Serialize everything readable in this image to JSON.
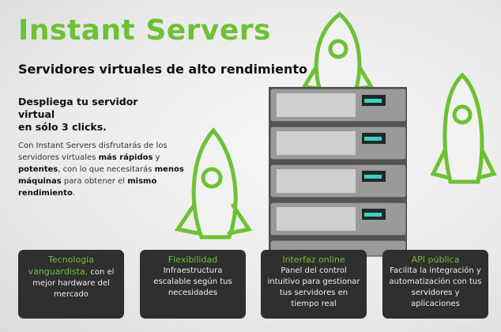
{
  "header": {
    "title": "Instant Servers",
    "subtitle": "Servidores virtuales de alto rendimiento"
  },
  "lead": {
    "line1": "Despliega tu servidor",
    "line2": "virtual",
    "line3": "en sólo 3 clicks."
  },
  "description": {
    "p1": "Con Instant Servers disfrutarás de los servidores virtuales ",
    "b1": "más rápidos",
    "p2": " y ",
    "b2": "potentes",
    "p3": ", con lo que necesitarás ",
    "b3": "menos máquinas",
    "p4": " para obtener el ",
    "b4": "mismo rendimiento",
    "p5": "."
  },
  "cards": [
    {
      "title": "Tecnología vanguardista,",
      "text": " con el mejor hardware del mercado"
    },
    {
      "title": "Flexibilidad",
      "text": "Infraestructura escalable según tus necesidades"
    },
    {
      "title": "Interfaz online",
      "text": "Panel del control intuitivo para gestionar tus servidores en tiempo real"
    },
    {
      "title": "API pública",
      "text": "Facilita la integración y automatización con tus servidores y aplicaciones"
    }
  ],
  "colors": {
    "accent": "#6cc234",
    "card_bg": "#2f2f2f"
  },
  "icons": [
    "rocket-icon",
    "server-rack-icon"
  ]
}
